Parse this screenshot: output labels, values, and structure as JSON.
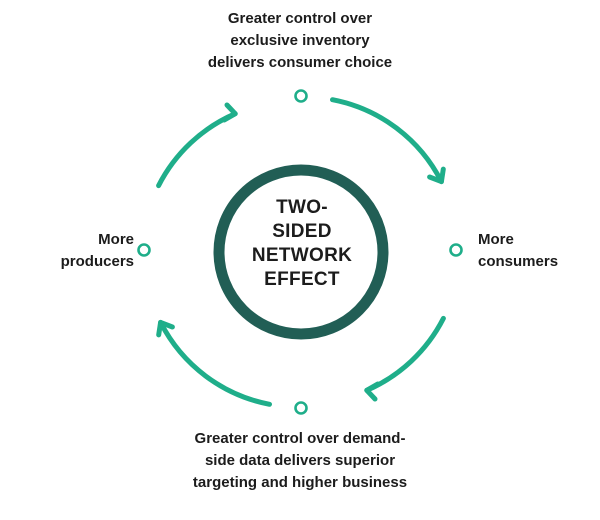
{
  "center": {
    "lines": [
      "TWO-",
      "SIDED",
      "NETWORK",
      "EFFECT"
    ]
  },
  "nodes": {
    "top": {
      "lines": [
        "Greater control over",
        "exclusive inventory",
        "delivers consumer choice"
      ]
    },
    "right": {
      "lines": [
        "More",
        "consumers"
      ]
    },
    "bottom": {
      "lines": [
        "Greater control over demand-",
        "side data delivers superior",
        "targeting and higher business"
      ]
    },
    "left": {
      "lines": [
        "More",
        "producers"
      ]
    }
  },
  "colors": {
    "accent": "#1fae8a",
    "center_ring": "#215e55",
    "text": "#1c1c1c"
  }
}
